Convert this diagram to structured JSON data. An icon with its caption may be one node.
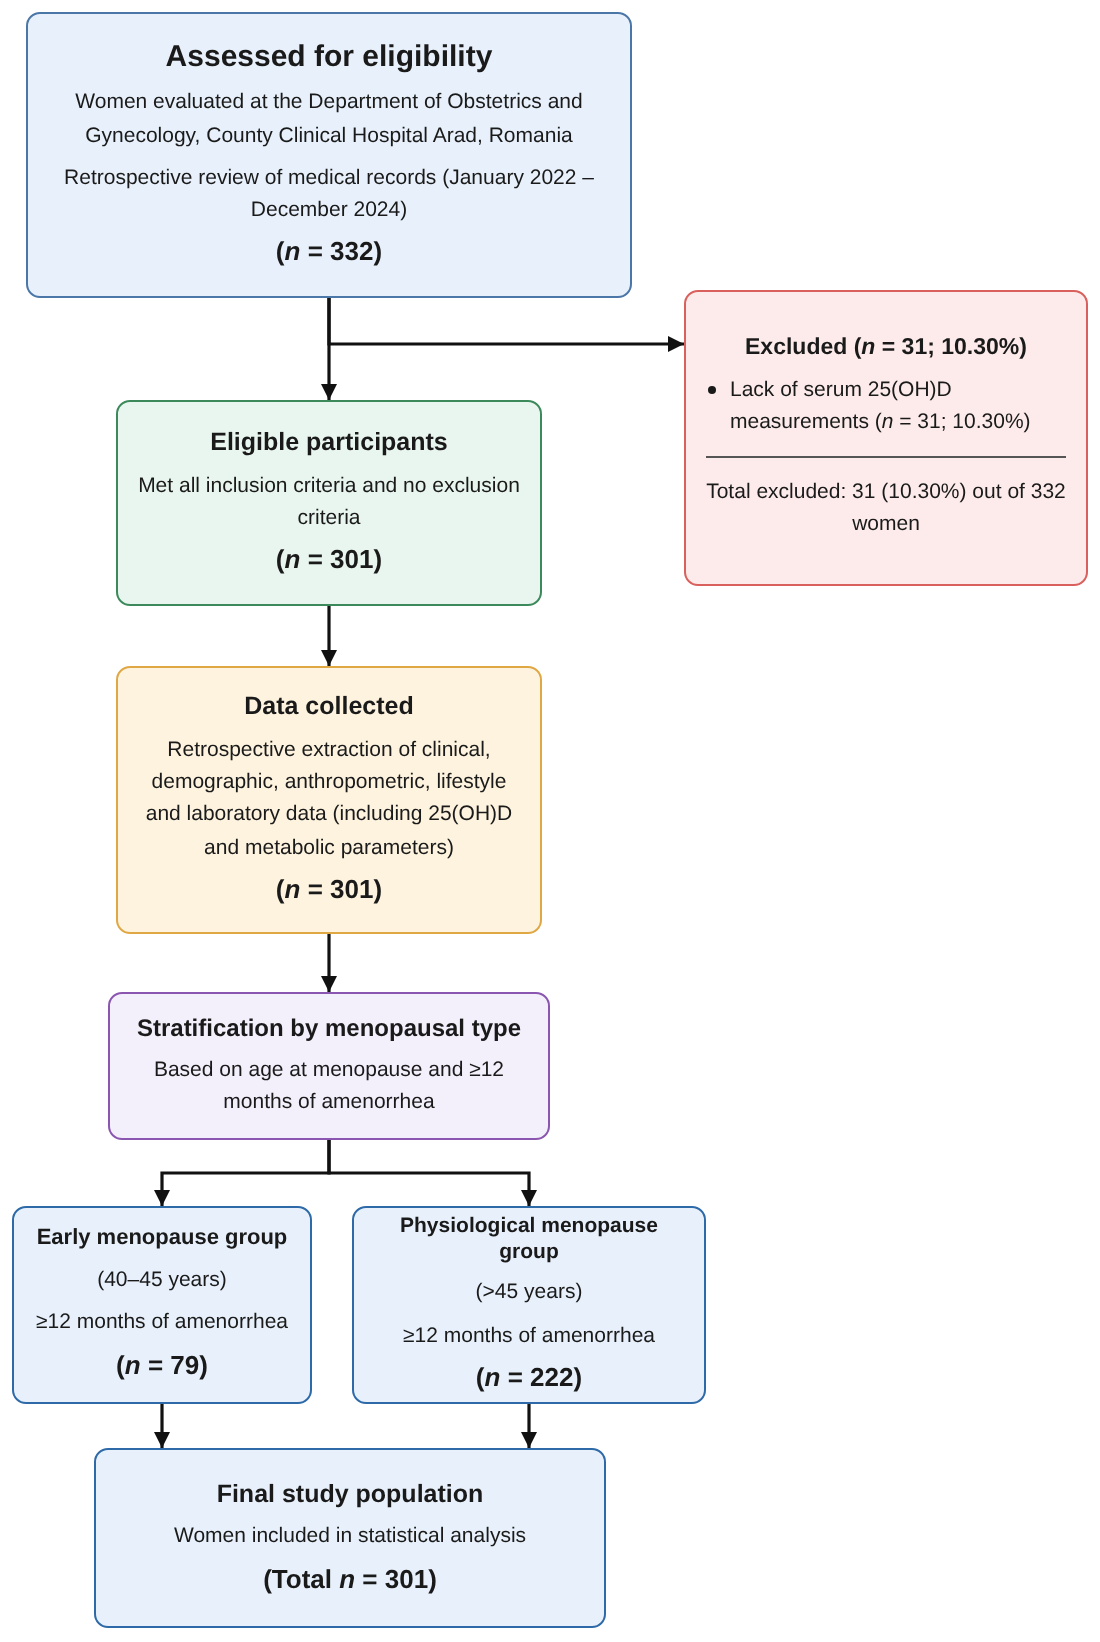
{
  "diagram": {
    "nodes": [
      {
        "text": [
          "Assessed for eligibility",
          "Women evaluated at the Department of Obstetrics and Gynecology, County Clinical Hospital Arad, Romania",
          "Retrospective review of medical records (January 2022 – December 2024)",
          "(*n* = 332)"
        ]
      },
      {
        "text": [
          "Excluded (*n* = 31; 10.30%)",
          "Lack of serum 25(OH)D measurements (*n* = 31; 10.30%)",
          "Total excluded: 31 (10.30%) out of 332 women"
        ]
      },
      {
        "text": [
          "Eligible participants",
          "Met all inclusion criteria and no exclusion criteria",
          "(*n* = 301)"
        ]
      },
      {
        "text": [
          "Data collected",
          "Retrospective extraction of clinical, demographic, anthropometric, lifestyle and laboratory data (including 25(OH)D and metabolic parameters)",
          "(*n* = 301)"
        ]
      },
      {
        "text": [
          "Stratification by menopausal type",
          "Based on age at menopause and ≥12 months of amenorrhea"
        ]
      },
      {
        "text": [
          "Early menopause group",
          "(40–45 years)",
          "≥12 months of amenorrhea",
          "(*n* = 79)"
        ]
      },
      {
        "text": [
          "Physiological menopause group",
          "(>45 years)",
          "≥12 months of amenorrhea",
          "(*n* = 222)"
        ]
      },
      {
        "text": [
          "Final study population",
          "Women included in statistical analysis",
          "(Total *n* = 301)"
        ]
      }
    ],
    "edges": [
      {
        "from": 0,
        "to": 2,
        "arrow": "to"
      },
      {
        "from": 0,
        "to": 1,
        "arrow": "to"
      },
      {
        "from": 2,
        "to": 3,
        "arrow": "to"
      },
      {
        "from": 3,
        "to": 4,
        "arrow": "to"
      },
      {
        "from": 4,
        "to": 5,
        "arrow": "to"
      },
      {
        "from": 4,
        "to": 6,
        "arrow": "to"
      },
      {
        "from": 5,
        "to": 7,
        "arrow": "to"
      },
      {
        "from": 6,
        "to": 7,
        "arrow": "to"
      }
    ]
  }
}
